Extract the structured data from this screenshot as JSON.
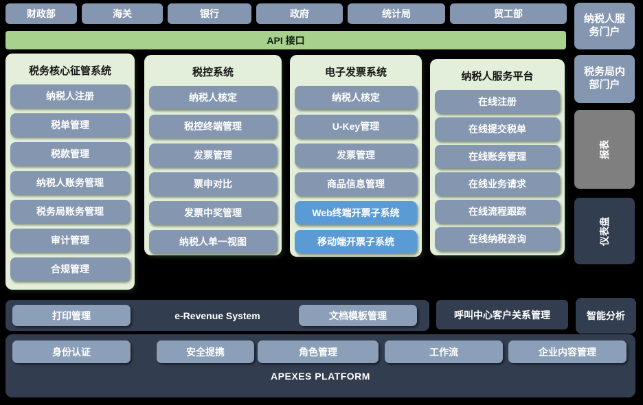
{
  "colors": {
    "background": "#000000",
    "node_blue_gray": "#8496B0",
    "bar_button_gray": "#8C9FB8",
    "api_green": "#A9D18E",
    "panel_green": "#E3EFDA",
    "highlight_blue": "#5B9BD5",
    "dark_navy": "#323D4F",
    "reports_gray": "#7F7F7F"
  },
  "ministries": [
    {
      "label": "财政部"
    },
    {
      "label": "海关"
    },
    {
      "label": "银行"
    },
    {
      "label": "政府"
    },
    {
      "label": "统计局"
    },
    {
      "label": "贸工部"
    }
  ],
  "api_bar": {
    "label": "API 接口"
  },
  "right_column": {
    "taxpayer_portal": {
      "label": "纳税人服务门户"
    },
    "bureau_portal": {
      "label": "税务局内部门户"
    },
    "reports": {
      "label": "报表"
    },
    "dashboard": {
      "label": "仪表盘"
    }
  },
  "panels": [
    {
      "title": "税务核心征管系统",
      "items": [
        {
          "label": "纳税人注册"
        },
        {
          "label": "税单管理"
        },
        {
          "label": "税款管理"
        },
        {
          "label": "纳税人账务管理"
        },
        {
          "label": "税务局账务管理"
        },
        {
          "label": "审计管理"
        },
        {
          "label": "合规管理"
        }
      ]
    },
    {
      "title": "税控系统",
      "items": [
        {
          "label": "纳税人核定"
        },
        {
          "label": "税控终端管理"
        },
        {
          "label": "发票管理"
        },
        {
          "label": "票申对比"
        },
        {
          "label": "发票中奖管理"
        },
        {
          "label": "纳税人单一视图"
        }
      ]
    },
    {
      "title": "电子发票系统",
      "items": [
        {
          "label": "纳税人核定"
        },
        {
          "label": "U-Key管理"
        },
        {
          "label": "发票管理"
        },
        {
          "label": "商品信息管理"
        },
        {
          "label": "Web终端开票子系统",
          "variant": "blue"
        },
        {
          "label": "移动端开票子系统",
          "variant": "blue"
        }
      ]
    },
    {
      "title": "纳税人服务平台",
      "items": [
        {
          "label": "在线注册"
        },
        {
          "label": "在线提交税单"
        },
        {
          "label": "在线账务管理"
        },
        {
          "label": "在线业务请求"
        },
        {
          "label": "在线流程跟踪"
        },
        {
          "label": "在线纳税咨询"
        }
      ]
    }
  ],
  "erevenue": {
    "title": "e-Revenue System",
    "print_button": "打印管理",
    "doc_template_button": "文档模板管理"
  },
  "call_center": {
    "label": "呼叫中心客户关系管理"
  },
  "smart_analysis": {
    "label": "智能分析"
  },
  "platform": {
    "title": "APEXES PLATFORM",
    "items": [
      {
        "label": "身份认证"
      },
      {
        "label": "安全提携"
      },
      {
        "label": "角色管理"
      },
      {
        "label": "工作流"
      },
      {
        "label": "企业内容管理"
      }
    ]
  }
}
